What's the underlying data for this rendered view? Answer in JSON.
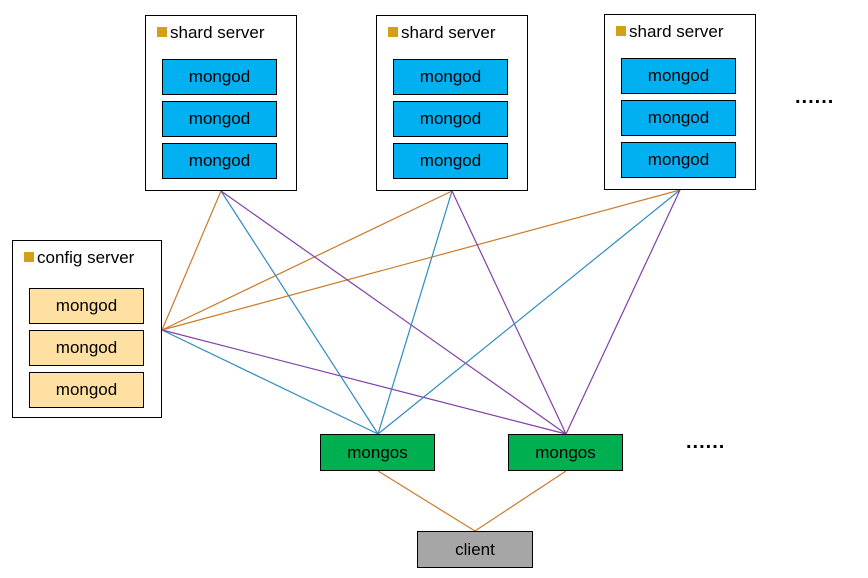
{
  "colors": {
    "shard_mongod_fill": "#00b0f0",
    "config_mongod_fill": "#ffe0a3",
    "mongos_fill": "#00b050",
    "client_fill": "#a6a6a6",
    "title_marker": "#d4a017",
    "link_config": "#cc7a29",
    "link_shard_a": "#2e8bc0",
    "link_shard_b": "#8040a8",
    "link_client": "#cc7a29"
  },
  "shards": [
    {
      "title": "shard server",
      "members": [
        "mongod",
        "mongod",
        "mongod"
      ]
    },
    {
      "title": "shard server",
      "members": [
        "mongod",
        "mongod",
        "mongod"
      ]
    },
    {
      "title": "shard server",
      "members": [
        "mongod",
        "mongod",
        "mongod"
      ]
    }
  ],
  "shard_more": "......",
  "config": {
    "title": "config server",
    "members": [
      "mongod",
      "mongod",
      "mongod"
    ]
  },
  "routers": [
    "mongos",
    "mongos"
  ],
  "router_more": "......",
  "client": "client"
}
